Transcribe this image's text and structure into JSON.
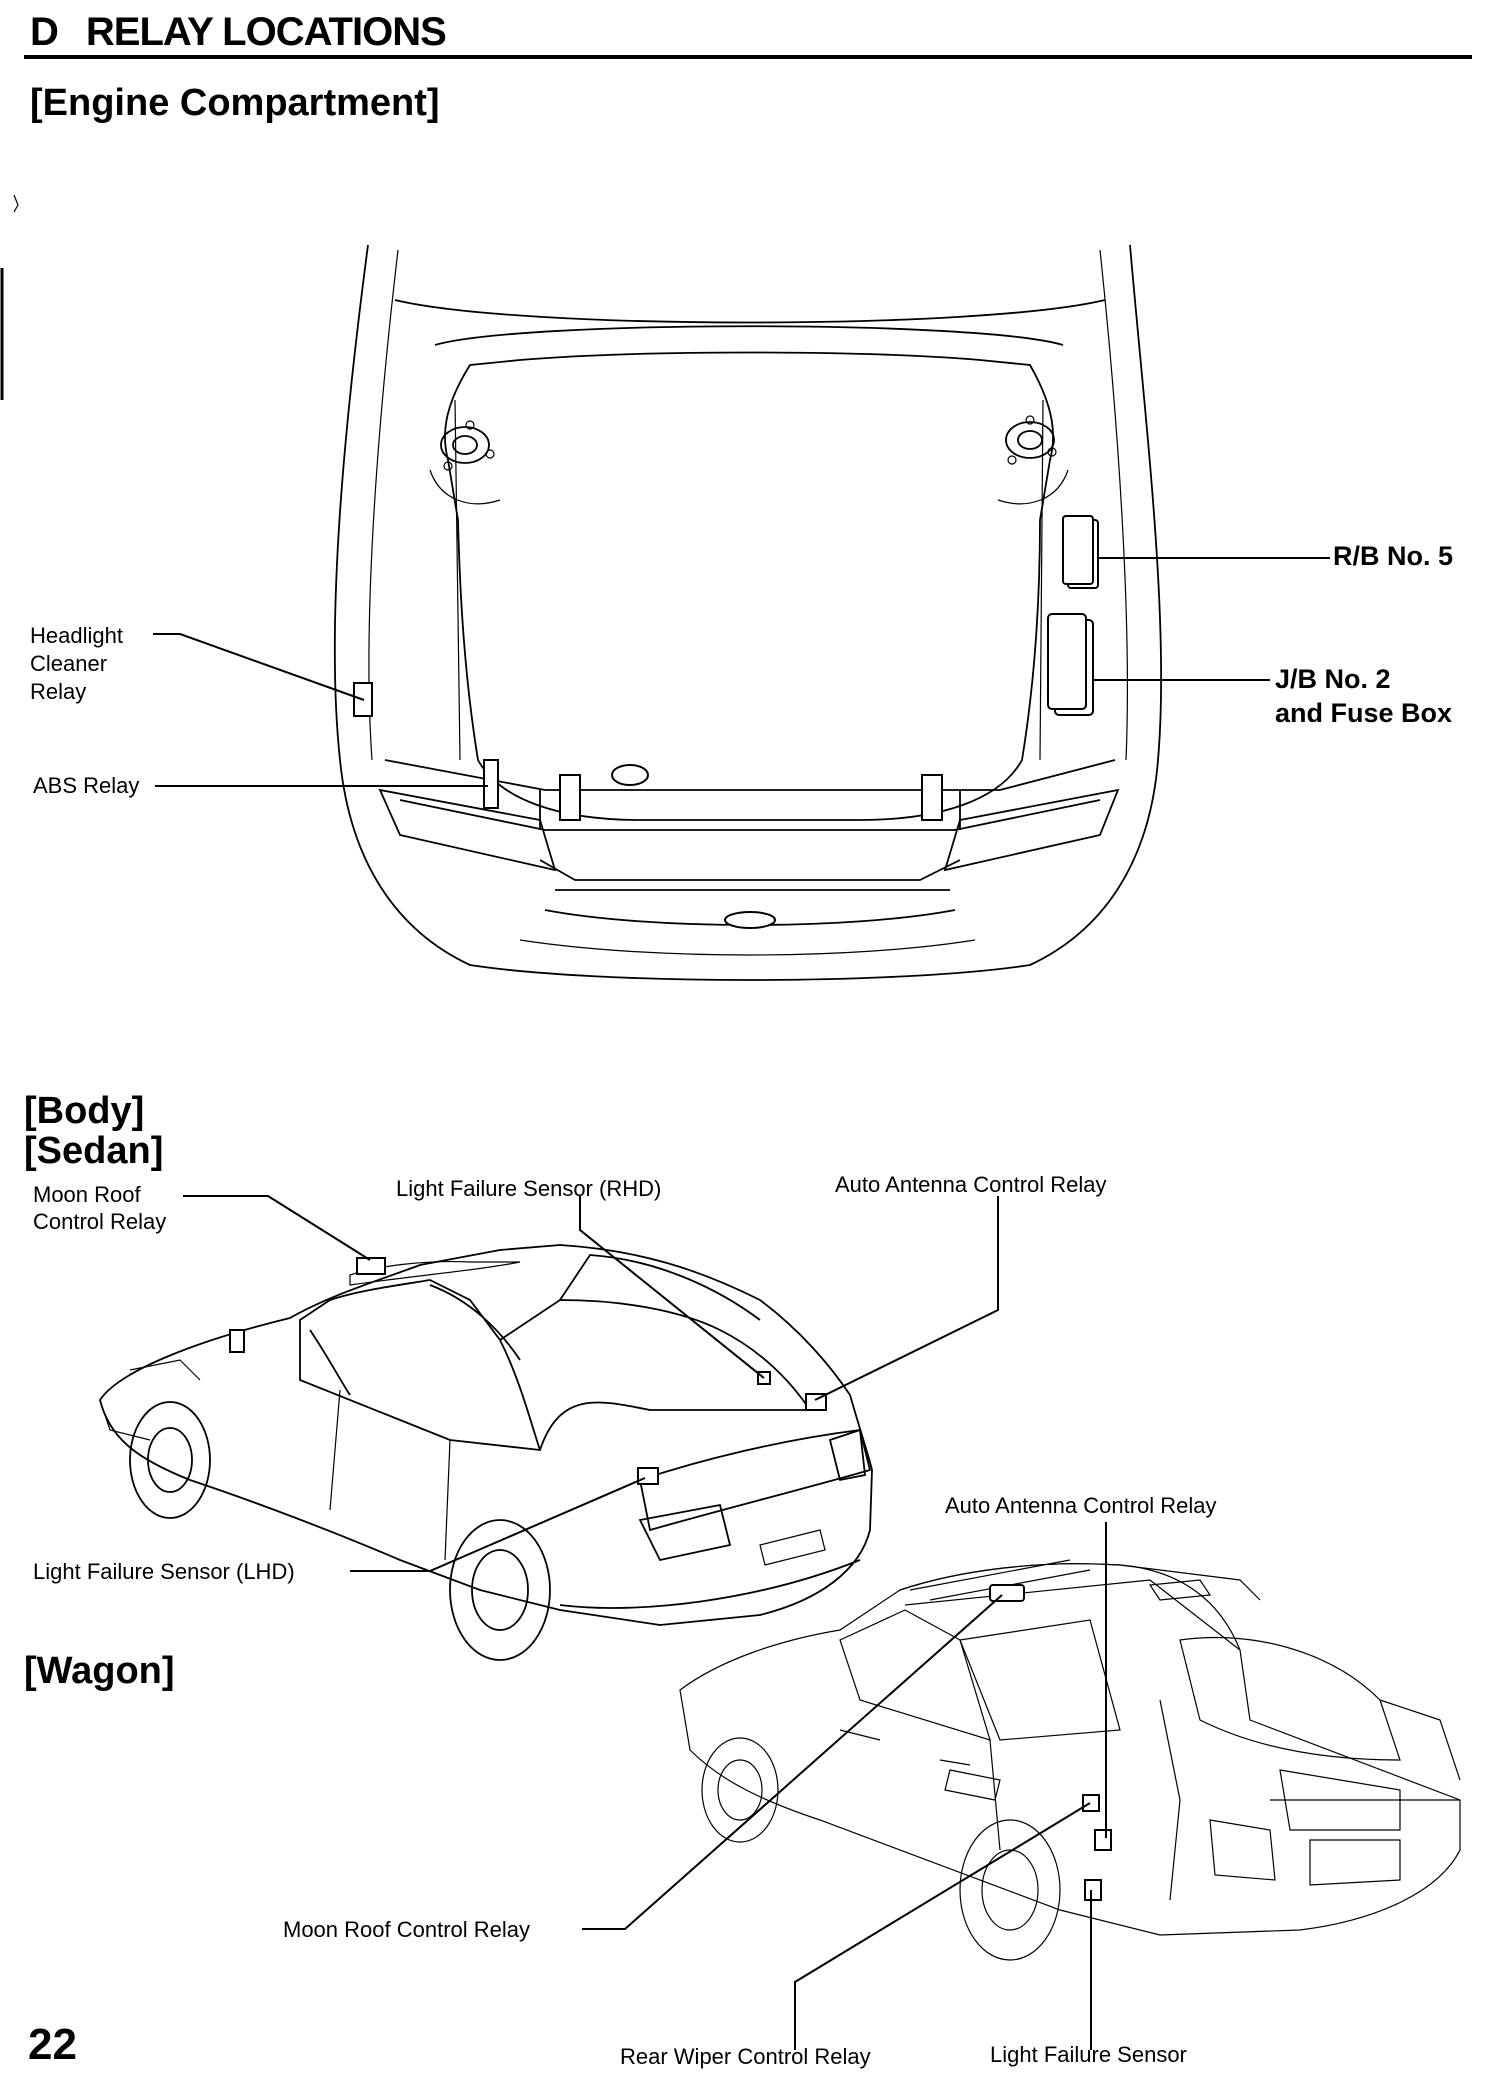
{
  "header": {
    "letter": "D",
    "title": "RELAY LOCATIONS"
  },
  "sections": {
    "engine": "[Engine Compartment]",
    "body": "[Body]",
    "sedan": "[Sedan]",
    "wagon": "[Wagon]"
  },
  "engine_labels": {
    "rb5": "R/B No. 5",
    "jb2_line1": "J/B No. 2",
    "jb2_line2": "and Fuse Box",
    "headlight_line1": "Headlight",
    "headlight_line2": "Cleaner",
    "headlight_line3": "Relay",
    "abs": "ABS Relay"
  },
  "sedan_labels": {
    "moonroof_line1": "Moon Roof",
    "moonroof_line2": "Control Relay",
    "lfs_rhd": "Light Failure Sensor (RHD)",
    "auto_antenna": "Auto Antenna Control Relay",
    "lfs_lhd": "Light Failure Sensor (LHD)"
  },
  "wagon_labels": {
    "auto_antenna": "Auto Antenna Control Relay",
    "moonroof": "Moon Roof Control Relay",
    "rear_wiper": "Rear Wiper Control Relay",
    "lfs": "Light Failure Sensor"
  },
  "page_number": "22"
}
